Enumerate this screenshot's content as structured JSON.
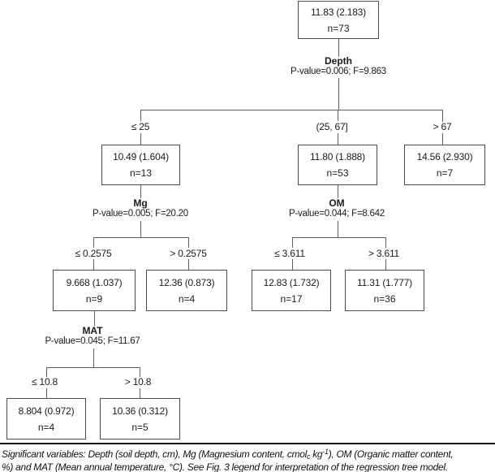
{
  "figure_type": "regression tree",
  "tree": {
    "root": {
      "value": "11.83 (2.183)",
      "n": "n=73"
    },
    "splits": {
      "depth": {
        "variable": "Depth",
        "stats": "P-value=0.006; F=9.863",
        "branches": {
          "left": "≤ 25",
          "mid": "(25, 67]",
          "right": "> 67"
        }
      },
      "mg": {
        "variable": "Mg",
        "stats": "P-value=0.005; F=20.20",
        "branches": {
          "left": "≤ 0.2575",
          "right": "> 0.2575"
        }
      },
      "om": {
        "variable": "OM",
        "stats": "P-value=0.044; F=8.642",
        "branches": {
          "left": "≤ 3.611",
          "right": "> 3.611"
        }
      },
      "mat": {
        "variable": "MAT",
        "stats": "P-value=0.045; F=11.67",
        "branches": {
          "left": "≤ 10.8",
          "right": "> 10.8"
        }
      }
    },
    "nodes": {
      "depth_le25": {
        "value": "10.49 (1.604)",
        "n": "n=13"
      },
      "depth_25_67": {
        "value": "11.80 (1.888)",
        "n": "n=53"
      },
      "depth_gt67": {
        "value": "14.56 (2.930)",
        "n": "n=7"
      },
      "mg_le": {
        "value": "9.668 (1.037)",
        "n": "n=9"
      },
      "mg_gt": {
        "value": "12.36 (0.873)",
        "n": "n=4"
      },
      "om_le": {
        "value": "12.83 (1.732)",
        "n": "n=17"
      },
      "om_gt": {
        "value": "11.31 (1.777)",
        "n": "n=36"
      },
      "mat_le": {
        "value": "8.804 (0.972)",
        "n": "n=4"
      },
      "mat_gt": {
        "value": "10.36 (0.312)",
        "n": "n=5"
      }
    }
  },
  "caption": {
    "part1": "Significant variables: Depth (soil depth, cm), Mg (Magnesium content, cmol",
    "sub1": "c",
    "part2": " kg",
    "sup1": "-1",
    "part3": "), OM (Organic matter content,",
    "line2": "%) and MAT (Mean annual temperature, °C). See Fig. 3 legend for interpretation of the regression tree model."
  },
  "colors": {
    "line": "#5f5f5f",
    "box_border": "#4c4c4c",
    "text": "#1a1a1a"
  }
}
